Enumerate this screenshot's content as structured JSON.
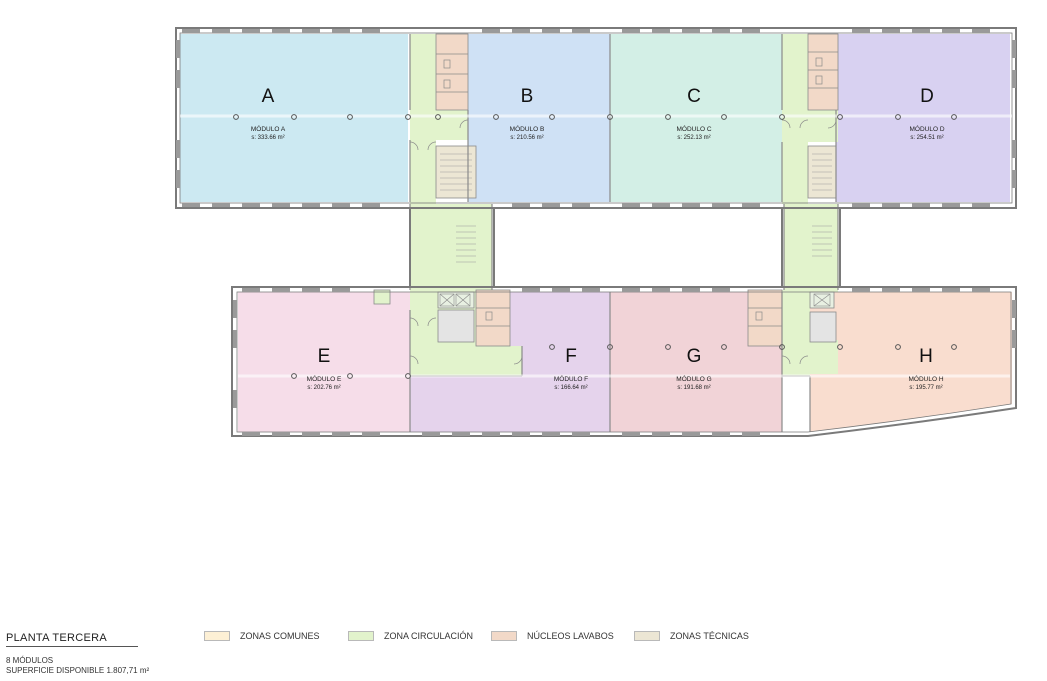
{
  "colors": {
    "module_a": "#cce9f2",
    "module_b": "#cfe1f5",
    "module_c": "#d3efe6",
    "module_d": "#d8d1f1",
    "module_e": "#f6dde9",
    "module_f": "#e5d3ec",
    "module_g": "#f1d3d7",
    "module_h": "#f9ddcf",
    "zonas_comunes": "#fdf0d5",
    "zona_circulacion": "#e2f3cc",
    "nucleos_lavabos": "#f2d9c8",
    "zonas_tecnicas": "#ece6d4",
    "wall": "#8a8a8a"
  },
  "modules": [
    {
      "letter": "A",
      "name": "MÓDULO A",
      "area": "s: 333.66 m²"
    },
    {
      "letter": "B",
      "name": "MÓDULO B",
      "area": "s: 210.56 m²"
    },
    {
      "letter": "C",
      "name": "MÓDULO C",
      "area": "s: 252.13 m²"
    },
    {
      "letter": "D",
      "name": "MÓDULO D",
      "area": "s: 254.51 m²"
    },
    {
      "letter": "E",
      "name": "MÓDULO E",
      "area": "s: 202.76 m²"
    },
    {
      "letter": "F",
      "name": "MÓDULO F",
      "area": "s: 166.64 m²"
    },
    {
      "letter": "G",
      "name": "MÓDULO G",
      "area": "s: 191.68 m²"
    },
    {
      "letter": "H",
      "name": "MÓDULO H",
      "area": "s: 195.77 m²"
    }
  ],
  "legend": [
    {
      "label": "ZONAS COMUNES",
      "color": "#fdf0d5"
    },
    {
      "label": "ZONA CIRCULACIÓN",
      "color": "#e2f3cc"
    },
    {
      "label": "NÚCLEOS LAVABOS",
      "color": "#f2d9c8"
    },
    {
      "label": "ZONAS TÉCNICAS",
      "color": "#ece6d4"
    }
  ],
  "footer": {
    "title": "PLANTA TERCERA",
    "modules": "8 MÓDULOS",
    "surface": "SUPERFICIE DISPONIBLE 1.807,71 m²"
  }
}
